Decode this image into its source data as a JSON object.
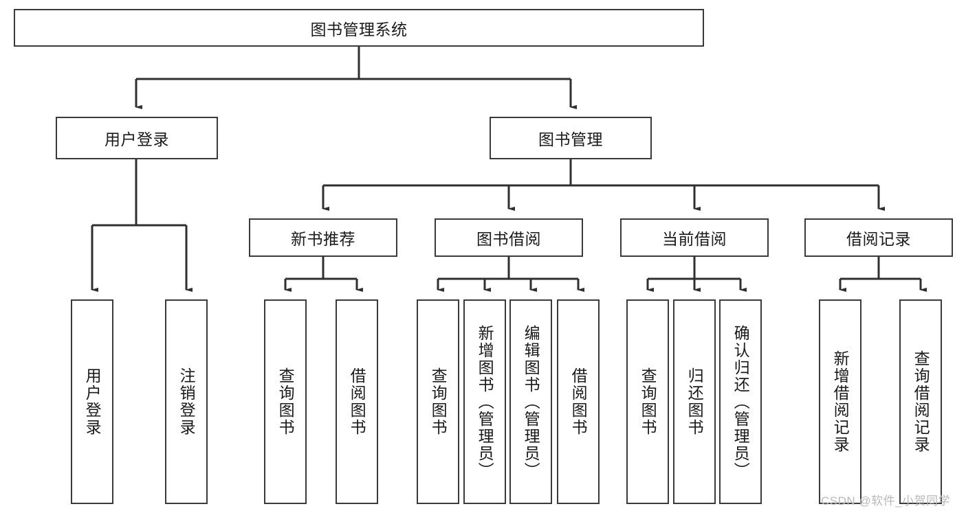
{
  "diagram": {
    "type": "tree-hierarchy",
    "title": "图书管理系统",
    "root": {
      "label": "图书管理系统"
    },
    "level2": [
      {
        "label": "用户登录"
      },
      {
        "label": "图书管理"
      }
    ],
    "level3": [
      {
        "label": "新书推荐"
      },
      {
        "label": "图书借阅"
      },
      {
        "label": "当前借阅"
      },
      {
        "label": "借阅记录"
      }
    ],
    "leaves": {
      "user_login": [
        {
          "label": "用户登录"
        },
        {
          "label": "注销登录"
        }
      ],
      "new_book_recommend": [
        {
          "label": "查询图书"
        },
        {
          "label": "借阅图书"
        }
      ],
      "book_borrow": [
        {
          "label": "查询图书"
        },
        {
          "label": "新增图书（管理员）"
        },
        {
          "label": "编辑图书（管理员）"
        },
        {
          "label": "借阅图书"
        }
      ],
      "current_borrow": [
        {
          "label": "查询图书"
        },
        {
          "label": "归还图书"
        },
        {
          "label": "确认归还（管理员）"
        }
      ],
      "borrow_record": [
        {
          "label": "新增借阅记录"
        },
        {
          "label": "查询借阅记录"
        }
      ]
    }
  },
  "watermark": {
    "text": "CSDN @软件_小贺同学"
  },
  "colors": {
    "border": "#3a3a3a",
    "background": "#ffffff",
    "text": "#1a1a1a",
    "watermark": "#b9b9b9"
  }
}
